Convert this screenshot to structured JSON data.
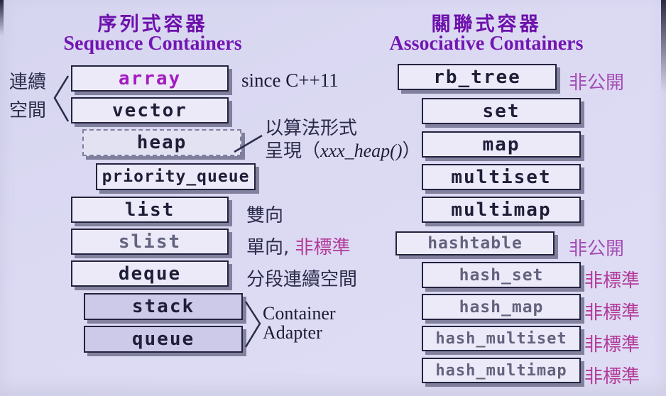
{
  "colors": {
    "background": "#dcdaf3",
    "title_purple": "#6d10ac",
    "array_magenta": "#a21cc0",
    "nonpublic_purple": "#a44cb4",
    "nonstandard_magenta": "#b23a98",
    "box_fill": "#eceaf8",
    "adapter_box_fill": "#cdc9e8",
    "box_border": "#232340",
    "dark_text": "#1e1e38",
    "gray_text": "#63637e"
  },
  "left": {
    "title_cjk": "序列式容器",
    "title_en": "Sequence Containers",
    "side_label": {
      "line1": "連續",
      "line2": "空間"
    },
    "boxes": [
      {
        "label": "array"
      },
      {
        "label": "vector"
      },
      {
        "label": "heap"
      },
      {
        "label": "priority_queue"
      },
      {
        "label": "list"
      },
      {
        "label": "slist"
      },
      {
        "label": "deque"
      },
      {
        "label": "stack"
      },
      {
        "label": "queue"
      }
    ],
    "notes": {
      "array": "since C++11",
      "heap_line1": "以算法形式",
      "heap_line2_prefix": "呈現（",
      "heap_code": "xxx_heap()",
      "heap_line2_suffix": "）",
      "list": "雙向",
      "slist_prefix": "單向, ",
      "slist_flag": "非標準",
      "deque": "分段連續空間",
      "adapter_line1": "Container",
      "adapter_line2": "Adapter"
    }
  },
  "right": {
    "title_cjk": "關聯式容器",
    "title_en": "Associative Containers",
    "boxes": [
      {
        "label": "rb_tree",
        "note": "非公開"
      },
      {
        "label": "set",
        "note": ""
      },
      {
        "label": "map",
        "note": ""
      },
      {
        "label": "multiset",
        "note": ""
      },
      {
        "label": "multimap",
        "note": ""
      },
      {
        "label": "hashtable",
        "note": "非公開"
      },
      {
        "label": "hash_set",
        "note": "非標準"
      },
      {
        "label": "hash_map",
        "note": "非標準"
      },
      {
        "label": "hash_multiset",
        "note": "非標準"
      },
      {
        "label": "hash_multimap",
        "note": "非標準"
      }
    ]
  }
}
